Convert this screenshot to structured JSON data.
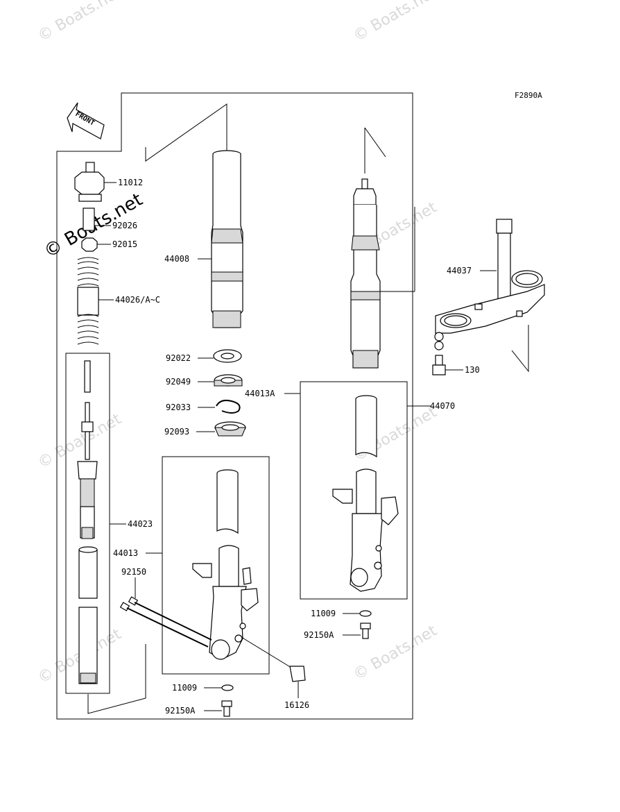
{
  "figure_code": "F2890A",
  "front_arrow_label": "FRONT",
  "watermark": "© Boats.net",
  "parts": {
    "p11012": "11012",
    "p92026": "92026",
    "p92015": "92015",
    "p44026": "44026/A~C",
    "p44008": "44008",
    "p92022": "92022",
    "p92049": "92049",
    "p92033": "92033",
    "p92093": "92093",
    "p44013A": "44013A",
    "p44070": "44070",
    "p44037": "44037",
    "p130": "130",
    "p44023": "44023",
    "p44013": "44013",
    "p92150": "92150",
    "p11009a": "11009",
    "p92150Aa": "92150A",
    "p11009b": "11009",
    "p92150Ab": "92150A",
    "p16126": "16126"
  }
}
